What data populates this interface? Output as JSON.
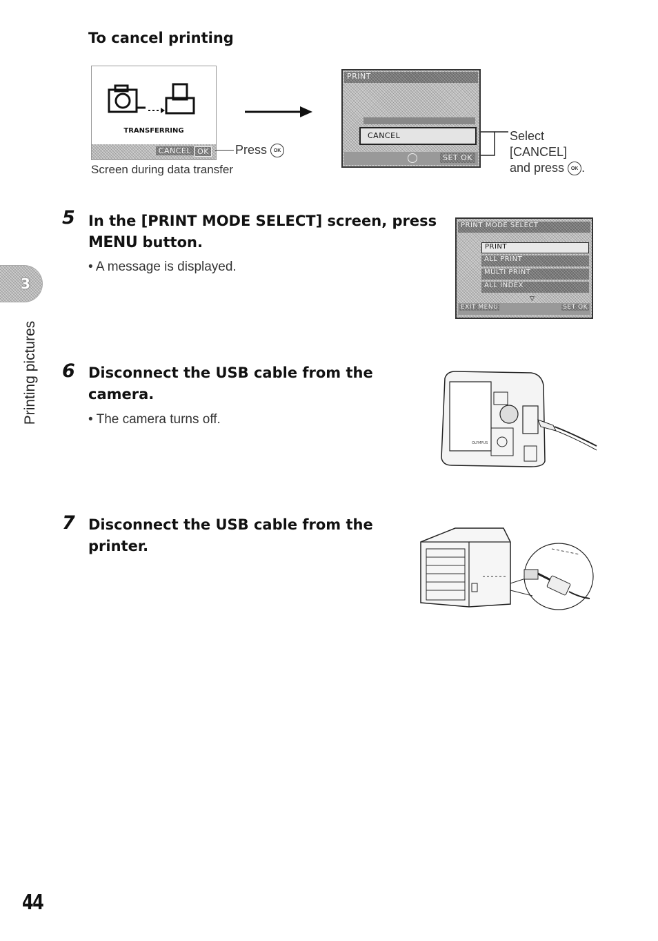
{
  "cancel_section": {
    "title": "To cancel printing",
    "transfer_screen": {
      "status": "TRANSFERRING",
      "cancel_bar_label": "CANCEL",
      "ok_label": "OK",
      "caption": "Screen during data transfer",
      "press_label": "Press"
    },
    "confirm_screen": {
      "header": "PRINT",
      "option": "CANCEL",
      "footer_set": "SET",
      "footer_ok": "OK",
      "callout_line1": "Select",
      "callout_line2": "[CANCEL]",
      "callout_line3": "and press"
    },
    "ok_button_glyph": "OK"
  },
  "steps": [
    {
      "number": "5",
      "heading_line1": "In the [PRINT MODE SELECT] screen, press",
      "heading_line2_bold": "MENU",
      "heading_line2_rest": " button.",
      "bullet": "• A message is displayed."
    },
    {
      "number": "6",
      "heading_line1": "Disconnect the USB cable from the",
      "heading_line2": "camera.",
      "bullet": "• The camera turns off."
    },
    {
      "number": "7",
      "heading_line1": "Disconnect the USB cable from the",
      "heading_line2": "printer."
    }
  ],
  "print_mode_screen": {
    "header": "PRINT MODE SELECT",
    "items": [
      "PRINT",
      "ALL PRINT",
      "MULTI PRINT",
      "ALL INDEX"
    ],
    "footer_exit": "EXIT",
    "footer_menu": "MENU",
    "footer_set": "SET",
    "footer_ok": "OK"
  },
  "sidebar": {
    "chapter_number": "3",
    "chapter_title": "Printing pictures"
  },
  "page_number": "44"
}
